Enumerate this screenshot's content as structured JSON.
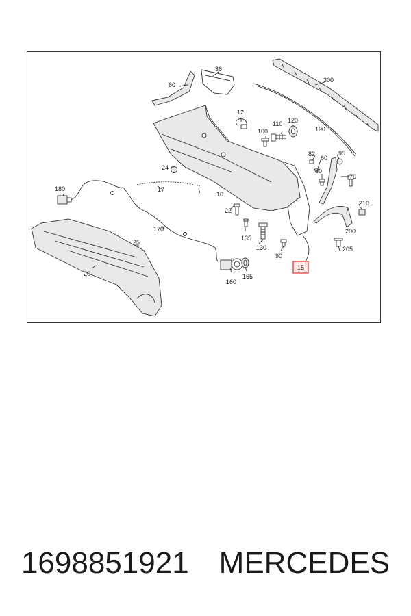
{
  "diagram": {
    "labels": {
      "l36": "36",
      "l60a": "60",
      "l300": "300",
      "l12": "12",
      "l100": "100",
      "l110": "110",
      "l120": "120",
      "l190": "190",
      "l82": "82",
      "l95": "95",
      "l60b": "60",
      "l80": "80",
      "l70": "70",
      "l24": "24",
      "l17": "17",
      "l10": "10",
      "l180": "180",
      "l22": "22",
      "l210": "210",
      "l170": "170",
      "l135": "135",
      "l200": "200",
      "l130": "130",
      "l25": "25",
      "l205": "205",
      "l90": "90",
      "l15": "15",
      "l20": "20",
      "l160": "160",
      "l165": "165"
    },
    "highlight_color": "#e03030"
  },
  "caption": {
    "part_number": "1698851921",
    "brand": "MERCEDES"
  }
}
